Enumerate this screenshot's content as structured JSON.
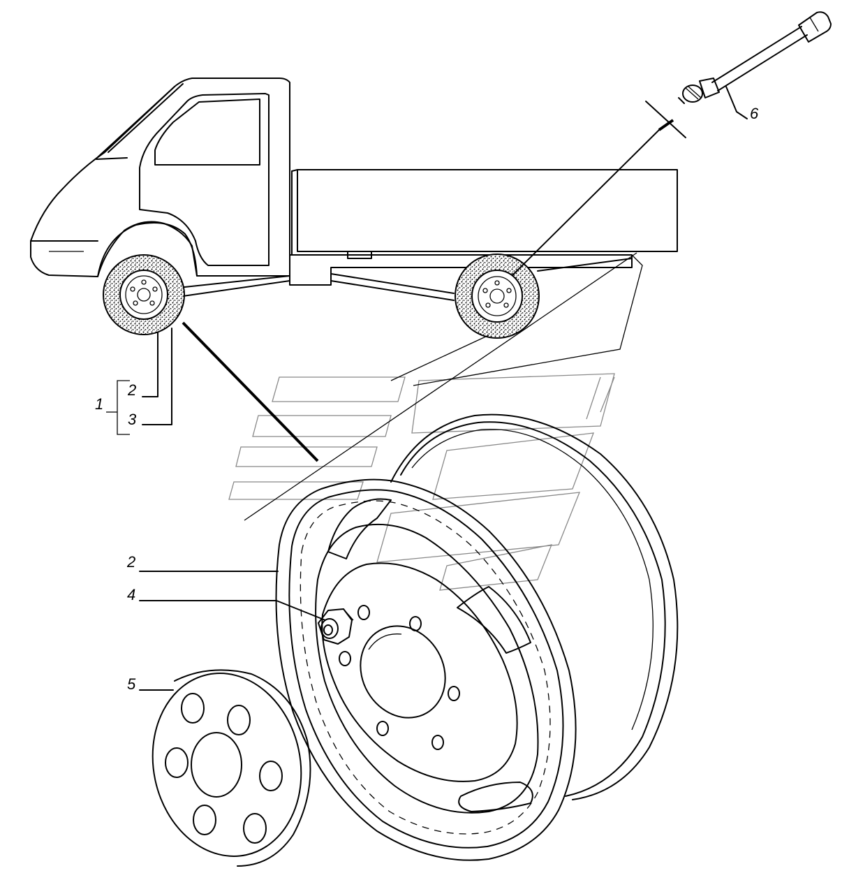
{
  "callouts": {
    "assembly": "1",
    "wheel_top": "2",
    "tyre_top": "3",
    "wheel_detail": "2",
    "nut": "4",
    "cap": "5",
    "valve": "6"
  }
}
